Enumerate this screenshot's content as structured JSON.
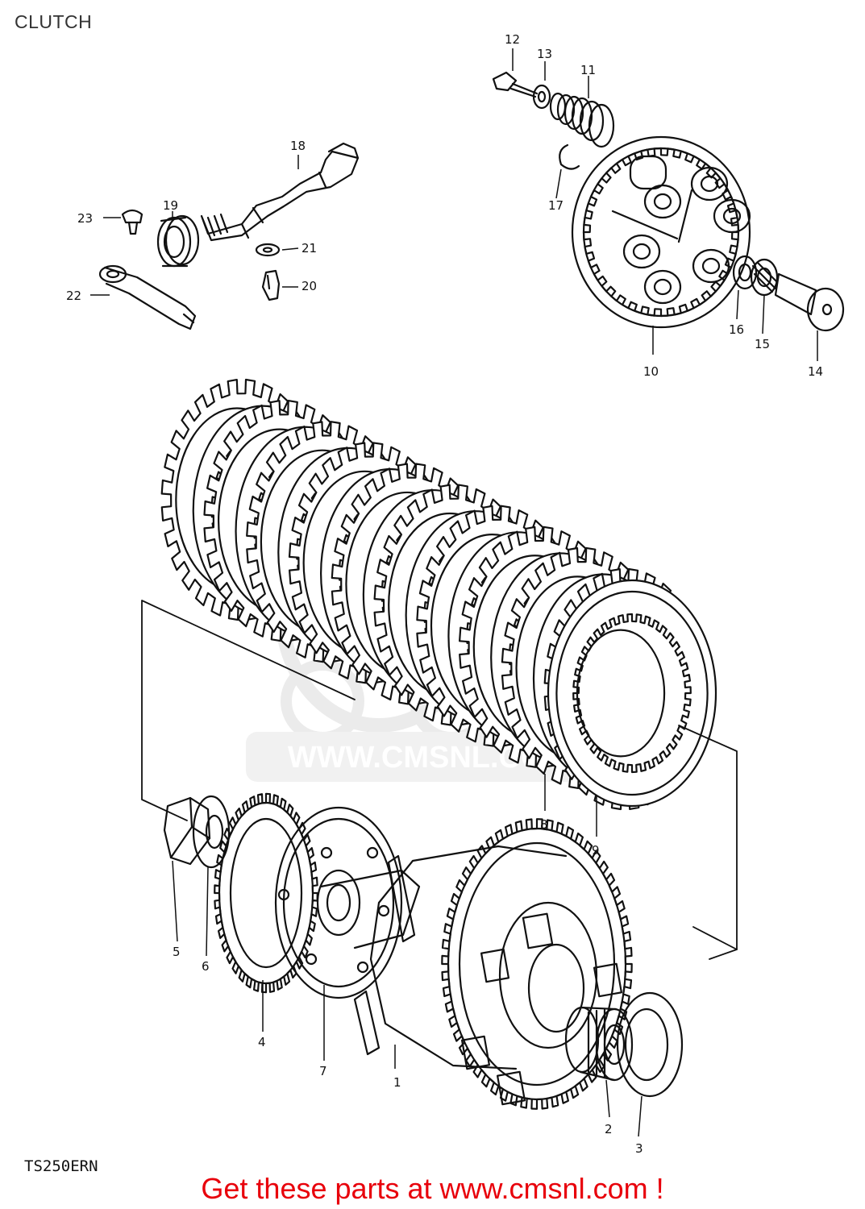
{
  "page": {
    "title": "CLUTCH",
    "model_code": "TS250ERN",
    "watermark": "WWW.CMSNL.COM",
    "promo_text": "Get these parts at www.cmsnl.com !"
  },
  "colors": {
    "line": "#111111",
    "promo": "#e8000b",
    "watermark": "#d8d8d8"
  },
  "part_labels": [
    "1",
    "2",
    "3",
    "4",
    "5",
    "6",
    "7",
    "8",
    "9",
    "10",
    "11",
    "12",
    "13",
    "14",
    "15",
    "16",
    "17",
    "18",
    "19",
    "20",
    "21",
    "22",
    "23"
  ]
}
